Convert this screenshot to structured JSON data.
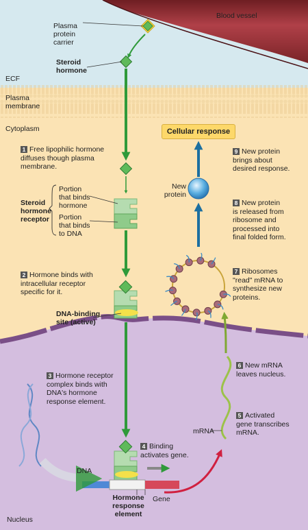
{
  "labels": {
    "blood_vessel": "Blood vessel",
    "plasma_protein_carrier": "Plasma\nprotein\ncarrier",
    "steroid_hormone": "Steroid\nhormone",
    "ecf": "ECF",
    "plasma_membrane": "Plasma\nmembrane",
    "cytoplasm": "Cytoplasm",
    "cellular_response": "Cellular response",
    "new_protein": "New\nprotein",
    "steroid_hormone_receptor": "Steroid\nhormone\nreceptor",
    "portion_binds_hormone": "Portion\nthat binds\nhormone",
    "portion_binds_dna": "Portion\nthat binds\nto DNA",
    "dna_binding_site": "DNA-binding\nsite (active)",
    "mrna": "mRNA",
    "dna": "DNA",
    "hormone_response_element": "Hormone\nresponse\nelement",
    "gene": "Gene",
    "nucleus": "Nucleus"
  },
  "steps": [
    {
      "n": "1",
      "text": "Free lipophilic hormone\ndiffuses though plasma\nmembrane."
    },
    {
      "n": "2",
      "text": "Hormone binds with\nintracellular receptor\nspecific for it."
    },
    {
      "n": "3",
      "text": "Hormone receptor\ncomplex binds with\nDNA's hormone\nresponse element."
    },
    {
      "n": "4",
      "text": "Binding\nactivates gene."
    },
    {
      "n": "5",
      "text": "Activated\ngene transcribes\nmRNA."
    },
    {
      "n": "6",
      "text": "New mRNA\nleaves nucleus."
    },
    {
      "n": "7",
      "text": "Ribosomes\n\"read\" mRNA to\nsynthesize new\nproteins."
    },
    {
      "n": "8",
      "text": "New protein\nis released from\nribosome and\nprocessed into\nfinal folded form."
    },
    {
      "n": "9",
      "text": "New protein\nbrings about\ndesired response."
    }
  ],
  "colors": {
    "ecf": "#d6e9ef",
    "cytoplasm": "#fbe3b4",
    "nucleus": "#d4bedf",
    "nuclear_envelope": "#7a4f87",
    "blood_vessel": "#8e2b2f",
    "hormone": "#5fba5a",
    "arrow_green": "#2f9a3a",
    "arrow_blue": "#1c6fa0",
    "arrow_red": "#d02040",
    "response_box": "#fdd86a"
  }
}
